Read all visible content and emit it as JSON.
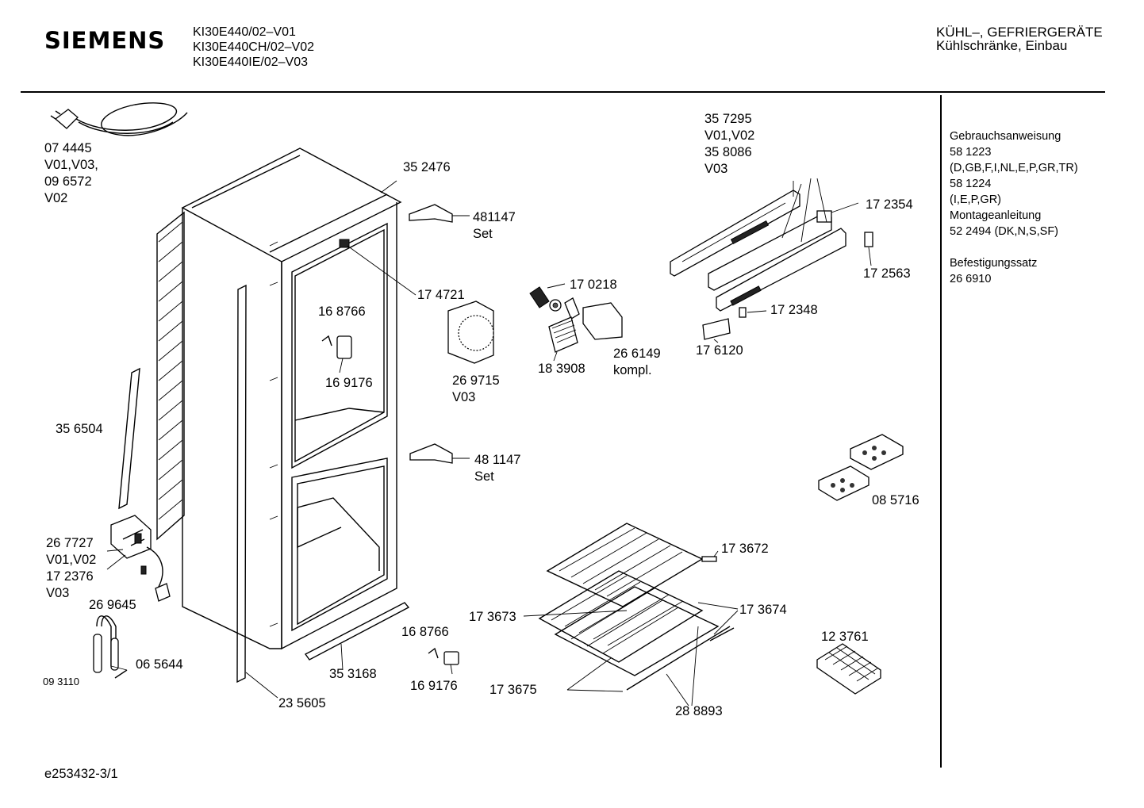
{
  "header": {
    "brand": "SIEMENS",
    "models": [
      "KI30E440/02–V01",
      "KI30E440CH/02–V02",
      "KI30E440IE/02–V03"
    ],
    "category": "KÜHL–, GEFRIERGERÄTE",
    "subcategory": "Kühlschränke, Einbau"
  },
  "sidebar": {
    "lines": [
      "Gebrauchsanweisung",
      "58 1223",
      "(D,GB,F,I,NL,E,P,GR,TR)",
      "58 1224",
      "(I,E,P,GR)",
      "Montageanleitung",
      "52 2494 (DK,N,S,SF)",
      "",
      "Befestigungssatz",
      "26 6910"
    ]
  },
  "parts": {
    "p074445": [
      "07 4445",
      "V01,V03,",
      "09 6572",
      "V02"
    ],
    "p352476": "35 2476",
    "p481147a": [
      "481147",
      "Set"
    ],
    "p174721": "17 4721",
    "p168766a": "16 8766",
    "p169176a": "16 9176",
    "p356504": "35 6504",
    "p267727": [
      "26 7727",
      "V01,V02",
      "17 2376",
      "V03"
    ],
    "p269645": "26 9645",
    "p065644": "06 5644",
    "p093110": "09 3110",
    "p235605": "23 5605",
    "p353168": "35 3168",
    "p168766b": "16 8766",
    "p169176b": "16 9176",
    "p481147b": [
      "48 1147",
      "Set"
    ],
    "p269715": [
      "26 9715",
      "V03"
    ],
    "p170218": "17 0218",
    "p183908": "18 3908",
    "p266149": [
      "26 6149",
      "kompl."
    ],
    "p357295": [
      "35 7295",
      "V01,V02",
      "35 8086",
      "V03"
    ],
    "p172354": "17 2354",
    "p172563": "17 2563",
    "p172348": "17 2348",
    "p176120": "17 6120",
    "p085716": "08 5716",
    "p173672": "17 3672",
    "p173673": "17 3673",
    "p173674": "17 3674",
    "p173675": "17 3675",
    "p288893": "28 8893",
    "p123761": "12 3761"
  },
  "footer": {
    "code": "e253432-3/1"
  }
}
